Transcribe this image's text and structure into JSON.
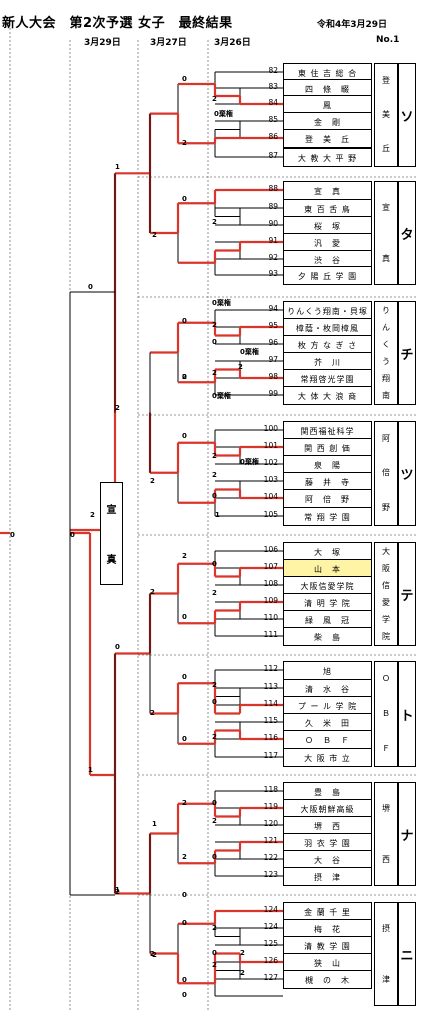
{
  "header": {
    "title": "新人大会　第2次予選 女子　最終結果",
    "date": "令和4年3月29日",
    "page_no": "No.1",
    "col_dates": [
      "3月29日",
      "3月27日",
      "3月26日"
    ]
  },
  "champion_chars": [
    "宣",
    "真"
  ],
  "teams": [
    {
      "no": "82",
      "name": "東 住 吉 総 合"
    },
    {
      "no": "83",
      "name": "四　條　畷"
    },
    {
      "no": "84",
      "name": "鳳"
    },
    {
      "no": "85",
      "name": "金　剛"
    },
    {
      "no": "86",
      "name": "登　美　丘"
    },
    {
      "no": "87",
      "name": "大 教 大 平 野"
    },
    {
      "no": "88",
      "name": "宣　真"
    },
    {
      "no": "89",
      "name": "東 百 舌 鳥"
    },
    {
      "no": "90",
      "name": "桜　塚"
    },
    {
      "no": "91",
      "name": "汎　愛"
    },
    {
      "no": "92",
      "name": "渋　谷"
    },
    {
      "no": "93",
      "name": "夕 陽 丘 学 園"
    },
    {
      "no": "94",
      "name": "りんくう翔南・貝塚"
    },
    {
      "no": "95",
      "name": "樟蔭・枚岡樟風"
    },
    {
      "no": "96",
      "name": "枚 方 な ぎ さ"
    },
    {
      "no": "97",
      "name": "芥　川"
    },
    {
      "no": "98",
      "name": "常翔啓光学園"
    },
    {
      "no": "99",
      "name": "大 体 大 浪 商"
    },
    {
      "no": "100",
      "name": "関西福祉科学"
    },
    {
      "no": "101",
      "name": "関 西 創 価"
    },
    {
      "no": "102",
      "name": "泉　陽"
    },
    {
      "no": "103",
      "name": "藤　井　寺"
    },
    {
      "no": "104",
      "name": "阿　倍　野"
    },
    {
      "no": "105",
      "name": "常 翔 学 園"
    },
    {
      "no": "106",
      "name": "大　塚"
    },
    {
      "no": "107",
      "name": "山　本"
    },
    {
      "no": "108",
      "name": "大阪信愛学院"
    },
    {
      "no": "109",
      "name": "清 明 学 院"
    },
    {
      "no": "110",
      "name": "緑　風　冠"
    },
    {
      "no": "111",
      "name": "柴　島"
    },
    {
      "no": "112",
      "name": "旭"
    },
    {
      "no": "113",
      "name": "清　水　谷"
    },
    {
      "no": "114",
      "name": "プ ー ル 学 院"
    },
    {
      "no": "115",
      "name": "久　米　田"
    },
    {
      "no": "116",
      "name": "Ｏ　Ｂ　Ｆ"
    },
    {
      "no": "117",
      "name": "大 阪 市 立"
    },
    {
      "no": "118",
      "name": "豊　島"
    },
    {
      "no": "119",
      "name": "大阪朝鮮高級"
    },
    {
      "no": "120",
      "name": "堺　西"
    },
    {
      "no": "121",
      "name": "羽 衣 学 園"
    },
    {
      "no": "122",
      "name": "大　谷"
    },
    {
      "no": "123",
      "name": "摂　津"
    },
    {
      "no": "124",
      "name": "金 蘭 千 里"
    },
    {
      "no": "124",
      "name": "梅　花"
    },
    {
      "no": "125",
      "name": "清 教 学 園"
    },
    {
      "no": "126",
      "name": "狭　山"
    },
    {
      "no": "127",
      "name": "槻　の　木"
    }
  ],
  "groups": [
    {
      "chars": [
        "登",
        "美",
        "丘"
      ],
      "block": "ソ"
    },
    {
      "chars": [
        "宣",
        "真"
      ],
      "block": "タ"
    },
    {
      "chars": [
        "り",
        "ん",
        "く",
        "う",
        "翔",
        "南"
      ],
      "block": "チ"
    },
    {
      "chars": [
        "阿",
        "倍",
        "野"
      ],
      "block": "ツ"
    },
    {
      "chars": [
        "大",
        "阪",
        "信",
        "愛",
        "学",
        "院"
      ],
      "block": "テ"
    },
    {
      "chars": [
        "Ｏ",
        "Ｂ",
        "Ｆ"
      ],
      "block": "ト"
    },
    {
      "chars": [
        "堺",
        "西"
      ],
      "block": "ナ"
    },
    {
      "chars": [
        "摂",
        "津"
      ],
      "block": "ニ"
    }
  ],
  "scores": [
    {
      "t": "0"
    },
    {
      "t": "2"
    },
    {
      "t": "0棄権"
    },
    {
      "t": "2"
    },
    {
      "t": "0"
    },
    {
      "t": "2"
    },
    {
      "t": "1"
    },
    {
      "t": "2"
    },
    {
      "t": "0"
    },
    {
      "t": "2"
    },
    {
      "t": "0"
    },
    {
      "t": "2"
    },
    {
      "t": "0"
    },
    {
      "t": "2"
    },
    {
      "t": "0棄権"
    },
    {
      "t": "2"
    },
    {
      "t": "0"
    },
    {
      "t": "0棄権"
    },
    {
      "t": "2"
    },
    {
      "t": "0棄権"
    },
    {
      "t": "0"
    },
    {
      "t": "2"
    },
    {
      "t": "2"
    },
    {
      "t": "0棄権"
    },
    {
      "t": "0"
    },
    {
      "t": "2"
    },
    {
      "t": "1"
    },
    {
      "t": "2"
    },
    {
      "t": "0"
    },
    {
      "t": "2"
    },
    {
      "t": "0"
    },
    {
      "t": "2"
    },
    {
      "t": "0"
    },
    {
      "t": "0"
    },
    {
      "t": "2"
    },
    {
      "t": "0"
    },
    {
      "t": "2"
    },
    {
      "t": "0"
    },
    {
      "t": "2"
    },
    {
      "t": "1"
    },
    {
      "t": "2"
    },
    {
      "t": "0"
    },
    {
      "t": "2"
    },
    {
      "t": "0"
    },
    {
      "t": "2"
    },
    {
      "t": "0"
    },
    {
      "t": "2"
    },
    {
      "t": "0"
    },
    {
      "t": "2"
    },
    {
      "t": "0"
    },
    {
      "t": "2"
    },
    {
      "t": "1"
    },
    {
      "t": "2"
    },
    {
      "t": "0"
    },
    {
      "t": "2"
    },
    {
      "t": "2"
    },
    {
      "t": "0"
    },
    {
      "t": "2"
    },
    {
      "t": "1"
    },
    {
      "t": "0"
    },
    {
      "t": "0"
    },
    {
      "t": "2"
    }
  ]
}
